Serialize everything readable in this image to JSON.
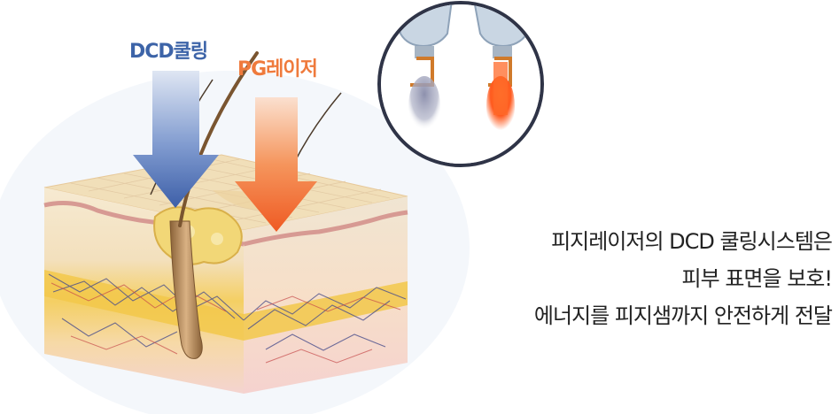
{
  "diagram": {
    "arrow_labels": {
      "dcd": "DCD쿨링",
      "pg": "PG레이저"
    },
    "description": [
      "피지레이저의 DCD 쿨링시스템은",
      "피부 표면을 보호!",
      "에너지를 피지샘까지 안전하게 전달"
    ],
    "colors": {
      "dcd_arrow": "#4a6db5",
      "pg_arrow": "#f26b2c",
      "skin_top": "#f3e3c2",
      "fat_layer": "#f2c94c",
      "dermis_bottom": "#f3d6d3",
      "hair": "#b9895a",
      "laser_glow": "#ff5a1f",
      "cooling_mist": "#8a8fae",
      "inset_border": "#2f3447"
    }
  }
}
